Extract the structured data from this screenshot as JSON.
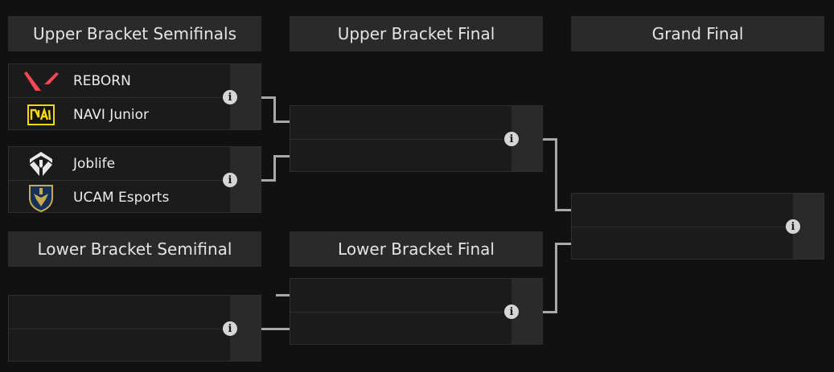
{
  "headers": {
    "upper_semis": "Upper Bracket Semifinals",
    "upper_final": "Upper Bracket Final",
    "grand_final": "Grand Final",
    "lower_semi": "Lower Bracket Semifinal",
    "lower_final": "Lower Bracket Final"
  },
  "matches": {
    "ub_semi_1": {
      "team1": "REBORN",
      "team2": "NAVI Junior"
    },
    "ub_semi_2": {
      "team1": "Joblife",
      "team2": "UCAM Esports"
    }
  },
  "info_glyph": "i",
  "icons": {
    "reborn": "valorant-v-logo",
    "navi": "navi-logo",
    "joblife": "joblife-logo",
    "ucam": "ucam-shield-logo",
    "info": "info-icon"
  },
  "colors": {
    "background": "#111111",
    "header": "#2a2a2a",
    "match": "#1b1b1b",
    "connector": "#a9a9a9",
    "reborn_red": "#ff4655",
    "navi_yellow": "#f5d90a"
  }
}
